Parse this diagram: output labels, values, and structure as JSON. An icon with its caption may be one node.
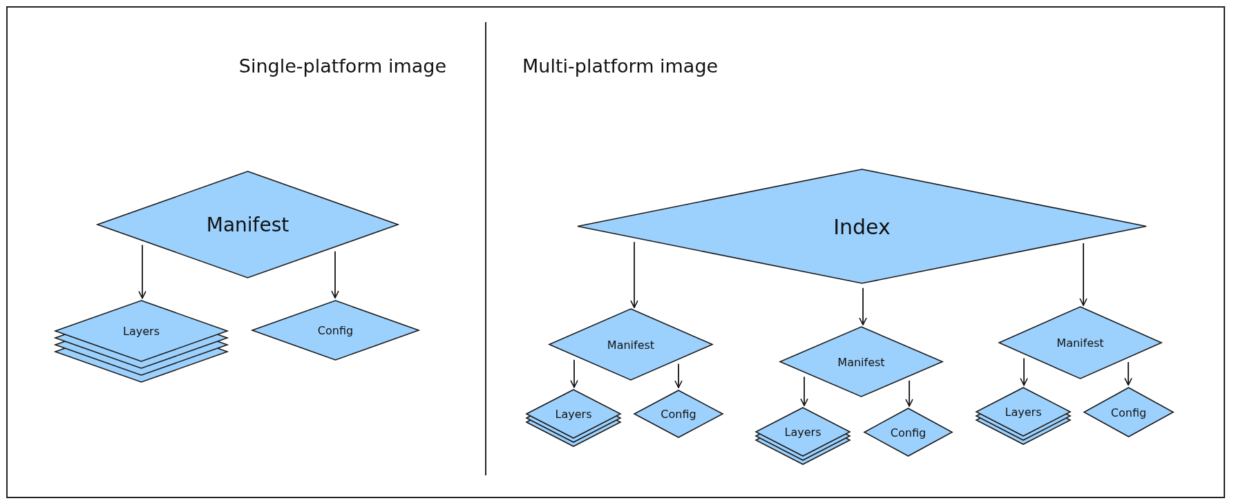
{
  "diagram": {
    "nodes": [
      {
        "text": [
          "Manifest"
        ]
      },
      {
        "text": [
          "Layers"
        ]
      },
      {
        "text": [
          "Config"
        ]
      },
      {
        "text": [
          "Index"
        ]
      },
      {
        "text": [
          "Manifest"
        ]
      },
      {
        "text": [
          "Layers"
        ]
      },
      {
        "text": [
          "Config"
        ]
      },
      {
        "text": [
          "Manifest"
        ]
      },
      {
        "text": [
          "Layers"
        ]
      },
      {
        "text": [
          "Config"
        ]
      },
      {
        "text": [
          "Manifest"
        ]
      },
      {
        "text": [
          "Layers"
        ]
      },
      {
        "text": [
          "Config"
        ]
      }
    ],
    "edges": [
      {
        "from": 0,
        "to": 1,
        "arrow": "to"
      },
      {
        "from": 0,
        "to": 2,
        "arrow": "to"
      },
      {
        "from": 3,
        "to": 4,
        "arrow": "to"
      },
      {
        "from": 3,
        "to": 7,
        "arrow": "to"
      },
      {
        "from": 3,
        "to": 10,
        "arrow": "to"
      },
      {
        "from": 4,
        "to": 5,
        "arrow": "to"
      },
      {
        "from": 4,
        "to": 6,
        "arrow": "to"
      },
      {
        "from": 7,
        "to": 8,
        "arrow": "to"
      },
      {
        "from": 7,
        "to": 9,
        "arrow": "to"
      },
      {
        "from": 10,
        "to": 11,
        "arrow": "to"
      },
      {
        "from": 10,
        "to": 12,
        "arrow": "to"
      }
    ],
    "labels": [
      "Single-platform image",
      "Multi-platform image"
    ]
  }
}
